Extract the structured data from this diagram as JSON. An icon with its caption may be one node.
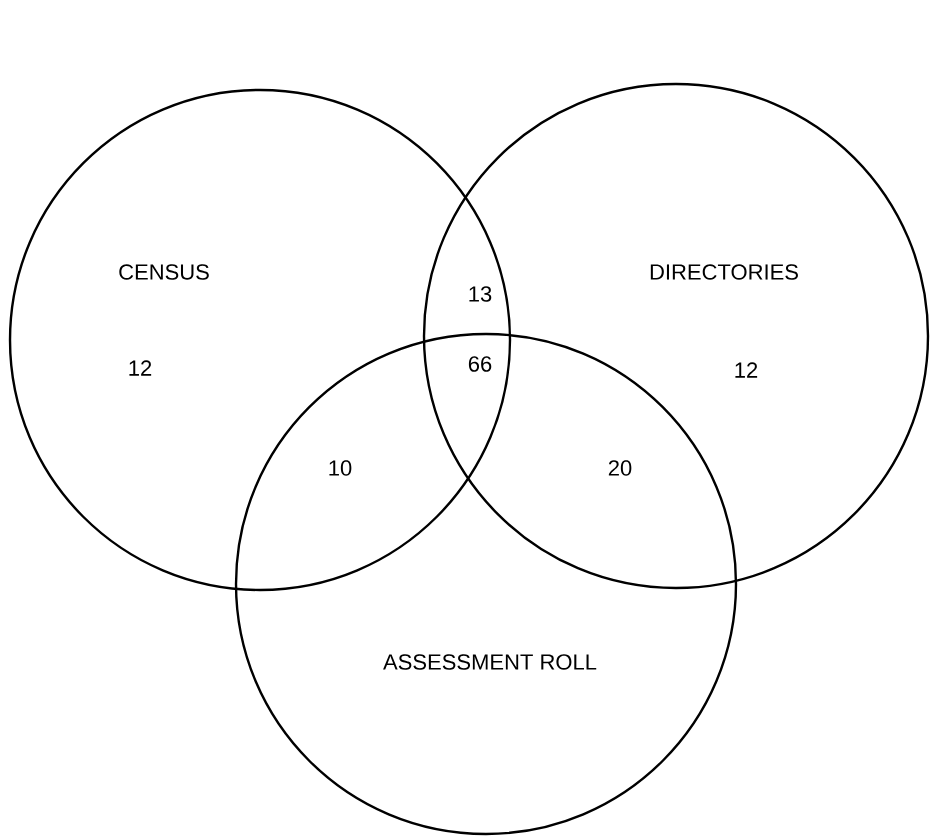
{
  "diagram": {
    "nodes": [
      {
        "text": [
          "CENSUS",
          "12"
        ]
      },
      {
        "text": [
          "DIRECTORIES",
          "12"
        ]
      },
      {
        "text": [
          "ASSESSMENT ROLL"
        ]
      }
    ],
    "labels": [
      "13",
      "66",
      "10",
      "20"
    ]
  }
}
